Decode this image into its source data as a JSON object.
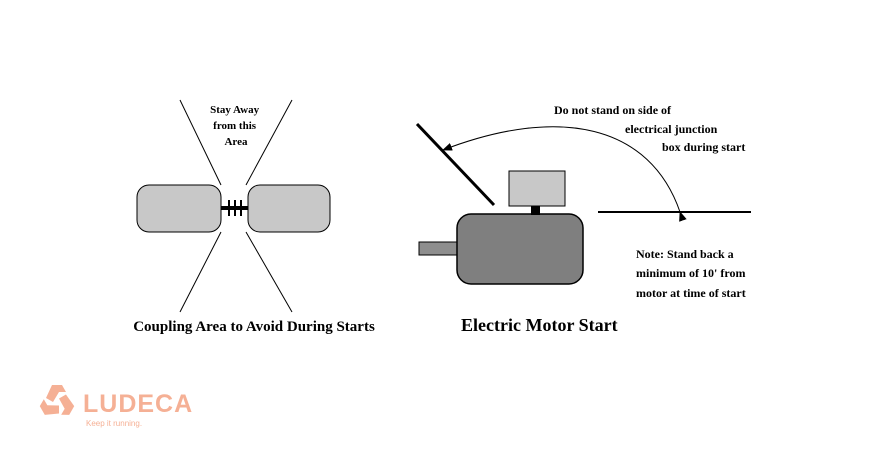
{
  "coupling": {
    "warning_lines": [
      "Stay Away",
      "from this",
      "Area"
    ],
    "caption": "Coupling Area to Avoid During Starts"
  },
  "motor": {
    "warning_lines": [
      "Do not stand on side of",
      "electrical junction",
      "box during start"
    ],
    "note_lines": [
      "Note: Stand back a",
      "minimum of 10' from",
      "motor at time of start"
    ],
    "caption": "Electric Motor Start"
  },
  "logo": {
    "name": "LUDECA",
    "tagline": "Keep it running.",
    "color": "#f4a383"
  },
  "colors": {
    "coupling_fill": "#c8c8c8",
    "motor_body": "#7f7f7f",
    "motor_shaft": "#8e8e8e",
    "junction_box": "#c8c8c8",
    "line": "#000000"
  }
}
